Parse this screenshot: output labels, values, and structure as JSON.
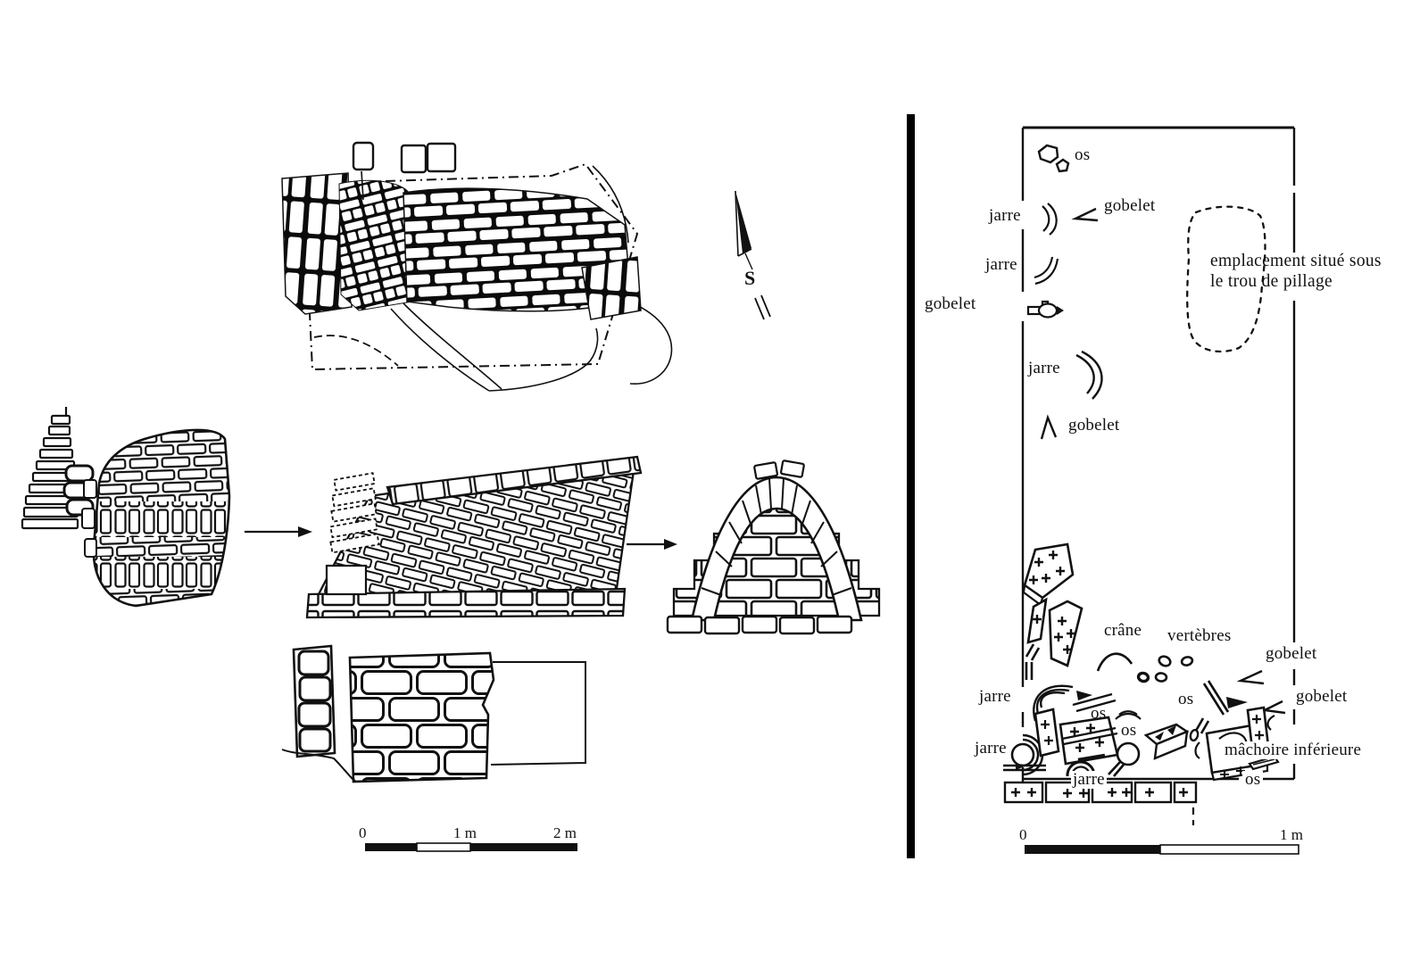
{
  "left_panel": {
    "north": {
      "label": "S"
    },
    "scale_bar": {
      "ticks": [
        "0",
        "1 m",
        "2 m"
      ]
    }
  },
  "right_panel": {
    "note": {
      "line1": "emplacement situé sous",
      "line2": "le trou de pillage"
    },
    "labels": [
      {
        "id": "os-1",
        "text": "os"
      },
      {
        "id": "jarre-1",
        "text": "jarre"
      },
      {
        "id": "gobelet-1",
        "text": "gobelet"
      },
      {
        "id": "jarre-2",
        "text": "jarre"
      },
      {
        "id": "gobelet-2",
        "text": "gobelet"
      },
      {
        "id": "jarre-3",
        "text": "jarre"
      },
      {
        "id": "gobelet-3",
        "text": "gobelet"
      },
      {
        "id": "crane",
        "text": "crâne"
      },
      {
        "id": "vertebres",
        "text": "vertèbres"
      },
      {
        "id": "gobelet-4",
        "text": "gobelet"
      },
      {
        "id": "jarre-4",
        "text": "jarre"
      },
      {
        "id": "os-2",
        "text": "os"
      },
      {
        "id": "os-3",
        "text": "os"
      },
      {
        "id": "gobelet-5",
        "text": "gobelet"
      },
      {
        "id": "jarre-5",
        "text": "jarre"
      },
      {
        "id": "os-4",
        "text": "os"
      },
      {
        "id": "machoire",
        "text": "mâchoire inférieure"
      },
      {
        "id": "jarre-6",
        "text": "jarre"
      },
      {
        "id": "os-5",
        "text": "os"
      }
    ],
    "scale_bar": {
      "ticks": [
        "0",
        "1 m"
      ]
    }
  }
}
